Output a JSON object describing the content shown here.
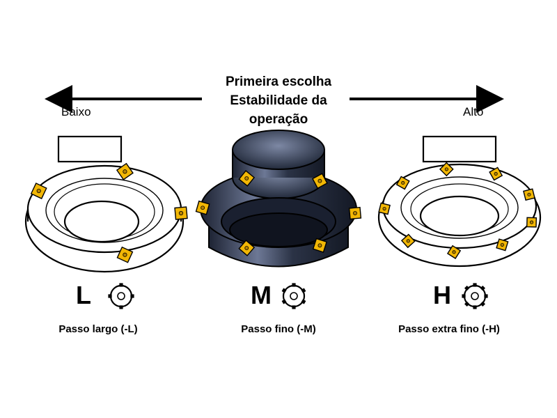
{
  "header": {
    "title_lines": [
      "Primeira escolha",
      "Estabilidade da",
      "operação"
    ]
  },
  "axis": {
    "low_label": "Baixo",
    "high_label": "Alto"
  },
  "cutters": [
    {
      "letter": "L",
      "caption": "Passo largo (-L)",
      "style": "outline",
      "insert_count": 4,
      "pitch_notches": 4
    },
    {
      "letter": "M",
      "caption": "Passo fino (-M)",
      "style": "dark",
      "insert_count": 6,
      "pitch_notches": 6
    },
    {
      "letter": "H",
      "caption": "Passo extra fino (-H)",
      "style": "outline",
      "insert_count": 9,
      "pitch_notches": 8
    }
  ],
  "colors": {
    "insert": "#f2b705",
    "insert_dark": "#b88400",
    "body_dark": "#2b3346",
    "body_highlight": "#6d7895",
    "outline": "#000000"
  }
}
